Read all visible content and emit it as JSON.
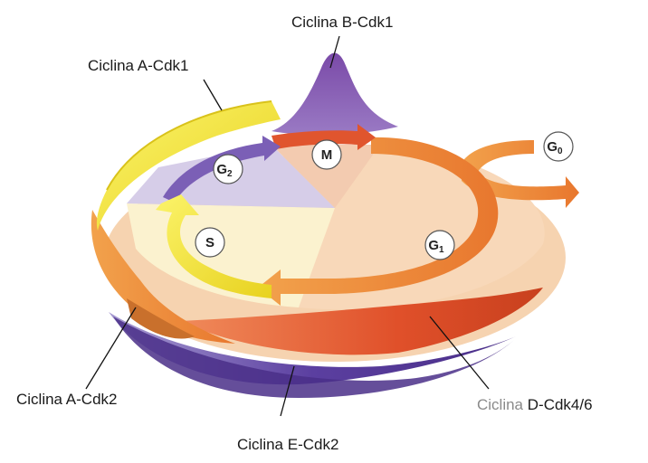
{
  "cyclins": {
    "b_cdk1": "Ciclina B-Cdk1",
    "a_cdk1": "Ciclina A-Cdk1",
    "a_cdk2": "Ciclina A-Cdk2",
    "e_cdk2": "Ciclina E-Cdk2",
    "d_cdk46_prefix": "Ciclina",
    "d_cdk46_suffix": "D-Cdk4/6"
  },
  "phases": {
    "m": "M",
    "g2_letter": "G",
    "g2_sub": "2",
    "s": "S",
    "g1_letter": "G",
    "g1_sub": "1",
    "g0_letter": "G",
    "g0_sub": "0"
  },
  "colors": {
    "yellow": "#f3e437",
    "orange": "#ee8a3c",
    "red_orange": "#e25a2c",
    "purple": "#6a4fa0",
    "lavender": "#c8bce0",
    "peach": "#f6d7b8",
    "cream": "#fbf1c8"
  }
}
